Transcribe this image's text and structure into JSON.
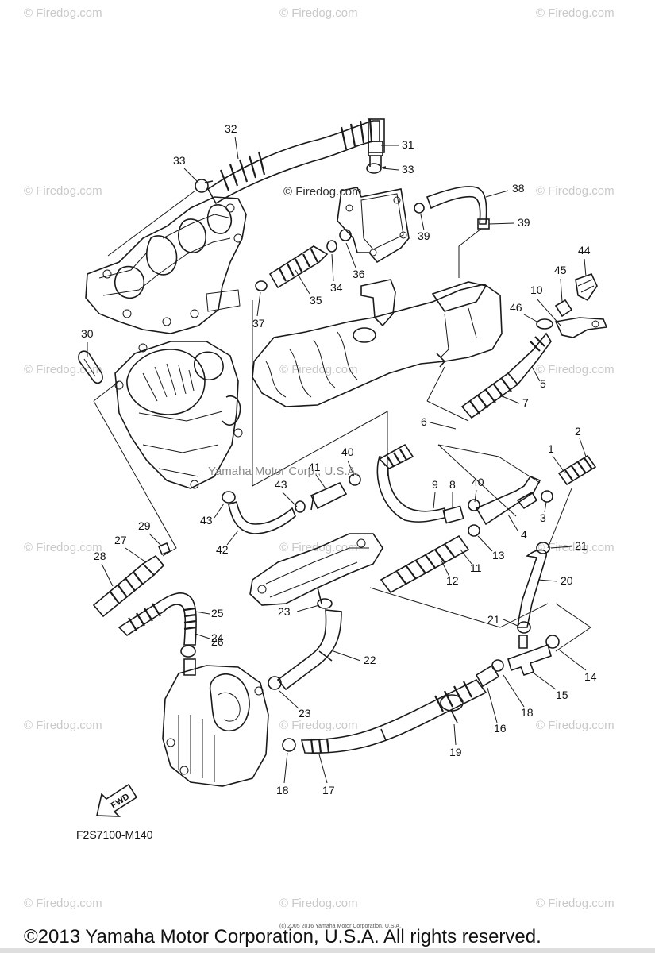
{
  "watermarks": {
    "repeat_text": "© Firedog.com",
    "center": "© Firedog.com",
    "yamaha": "Yamaha Motor Corp., U.S.A."
  },
  "callouts": [
    "1",
    "2",
    "3",
    "4",
    "5",
    "6",
    "7",
    "8",
    "9",
    "10",
    "11",
    "12",
    "13",
    "14",
    "15",
    "16",
    "17",
    "18",
    "19",
    "20",
    "21",
    "22",
    "23",
    "24",
    "25",
    "26",
    "27",
    "28",
    "29",
    "30",
    "31",
    "32",
    "33",
    "34",
    "35",
    "36",
    "37",
    "38",
    "39",
    "40",
    "41",
    "42",
    "43",
    "44",
    "45",
    "46"
  ],
  "diagram": {
    "code": "F2S7100-M140",
    "fwd": "FWD"
  },
  "footer": {
    "small": "(c) 2005 2016 Yamaha Motor Corporation, U.S.A.",
    "copyright": "©2013 Yamaha Motor Corporation, U.S.A. All rights reserved."
  }
}
